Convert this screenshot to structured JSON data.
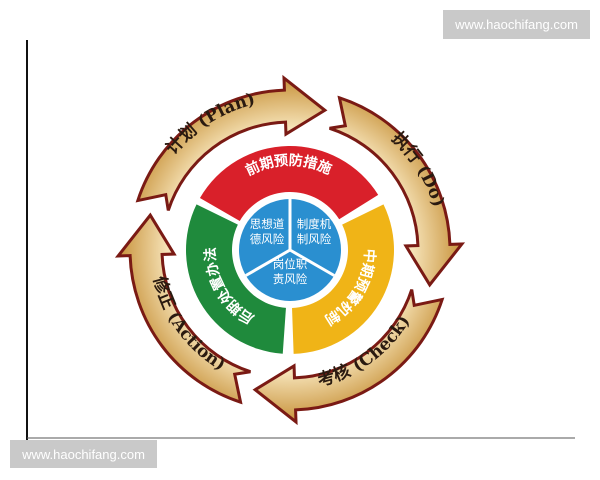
{
  "watermark": {
    "top": "www.haochifang.com",
    "bottom": "www.haochifang.com"
  },
  "cycle": [
    {
      "label": "计划 (Plan)"
    },
    {
      "label": "执行 (Do)"
    },
    {
      "label": "考核 (Check)"
    },
    {
      "label": "修正 (Action)"
    }
  ],
  "ring": [
    {
      "label": "前期预防措施",
      "color": "#d9202a"
    },
    {
      "label": "中期预警机制",
      "color": "#f0b417"
    },
    {
      "label": "后期处置办法",
      "color": "#1f8a3c"
    }
  ],
  "core": [
    {
      "line1": "思想道",
      "line2": "德风险"
    },
    {
      "line1": "制度机",
      "line2": "制风险"
    },
    {
      "line1": "岗位职",
      "line2": "责风险"
    }
  ],
  "colors": {
    "core": "#2a8fd0",
    "arrow_light": "#f6e3b8",
    "arrow_dark": "#c9953f",
    "arrow_edge": "#7a1a14"
  }
}
